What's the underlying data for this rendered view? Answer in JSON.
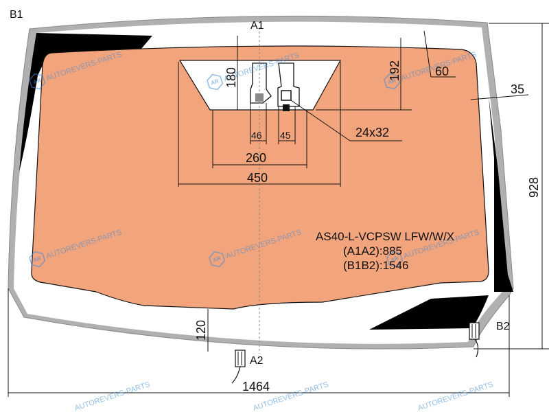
{
  "corners": {
    "a1": "A1",
    "a2": "A2",
    "b1": "B1",
    "b2": "B2"
  },
  "dimensions": {
    "d180": "180",
    "d192": "192",
    "d60": "60",
    "d35": "35",
    "d46": "46",
    "d45": "45",
    "d24x32": "24x32",
    "d260": "260",
    "d450": "450",
    "d928": "928",
    "d120": "120",
    "d1464": "1464"
  },
  "part": {
    "code": "AS40-L-VCPSW LFW/W/X",
    "a1a2": "(A1A2):885",
    "b1b2": "(B1B2):1546"
  },
  "watermark": {
    "text": "AUTOREVERS-PARTS",
    "badge": "AR"
  },
  "colors": {
    "ceramic": "#f2a47c",
    "frame": "#b0b0b0",
    "black_band": "#000000",
    "watermark": "#3a8ad8"
  }
}
